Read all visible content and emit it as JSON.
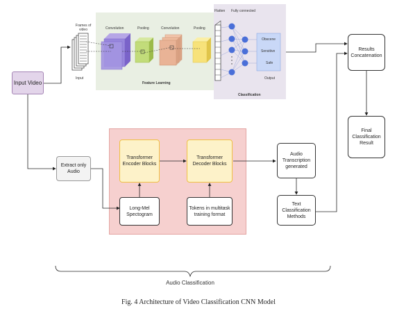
{
  "boxes": {
    "input_video": "Input Video",
    "extract_audio": "Extract only Audio",
    "encoder": "Transformer Encoder Blocks",
    "decoder": "Transformer Decoder Blocks",
    "long_mel": "Long-Mel Spectogram",
    "tokens": "Tokens in multitask training format",
    "audio_transcription": "Audio Transcription generated",
    "text_classification": "Text Classification Methods",
    "results_concatenation": "Results Concatenation",
    "final_result": "Final Classification Result"
  },
  "cnn": {
    "frames_label": "Frames of video",
    "input_label": "Input",
    "conv1": "Convolution",
    "pool1": "Pooling",
    "conv2": "Convolution",
    "pool2": "Pooling",
    "flatten": "Flatten",
    "fully_connected": "Fully connected",
    "feature_learning": "Feature Learning",
    "classification": "Classification",
    "output_label": "Output",
    "outputs": [
      "Obscene",
      "Sensitive",
      "Safe"
    ]
  },
  "audio_classification_label": "Audio Classification",
  "caption": "Fig. 4 Architecture of Video Classification CNN Model",
  "colors": {
    "input_video_fill": "#e3d5ea",
    "input_video_border": "#a483b4",
    "transformer_fill": "#fdf2c9",
    "transformer_border": "#f0c040",
    "red_panel": "#f6d0cf",
    "green_panel": "#e9efe3",
    "class_panel": "#e9e4ee",
    "neuron_blue": "#4a6fd8",
    "output_box": "#c9d8f7"
  }
}
